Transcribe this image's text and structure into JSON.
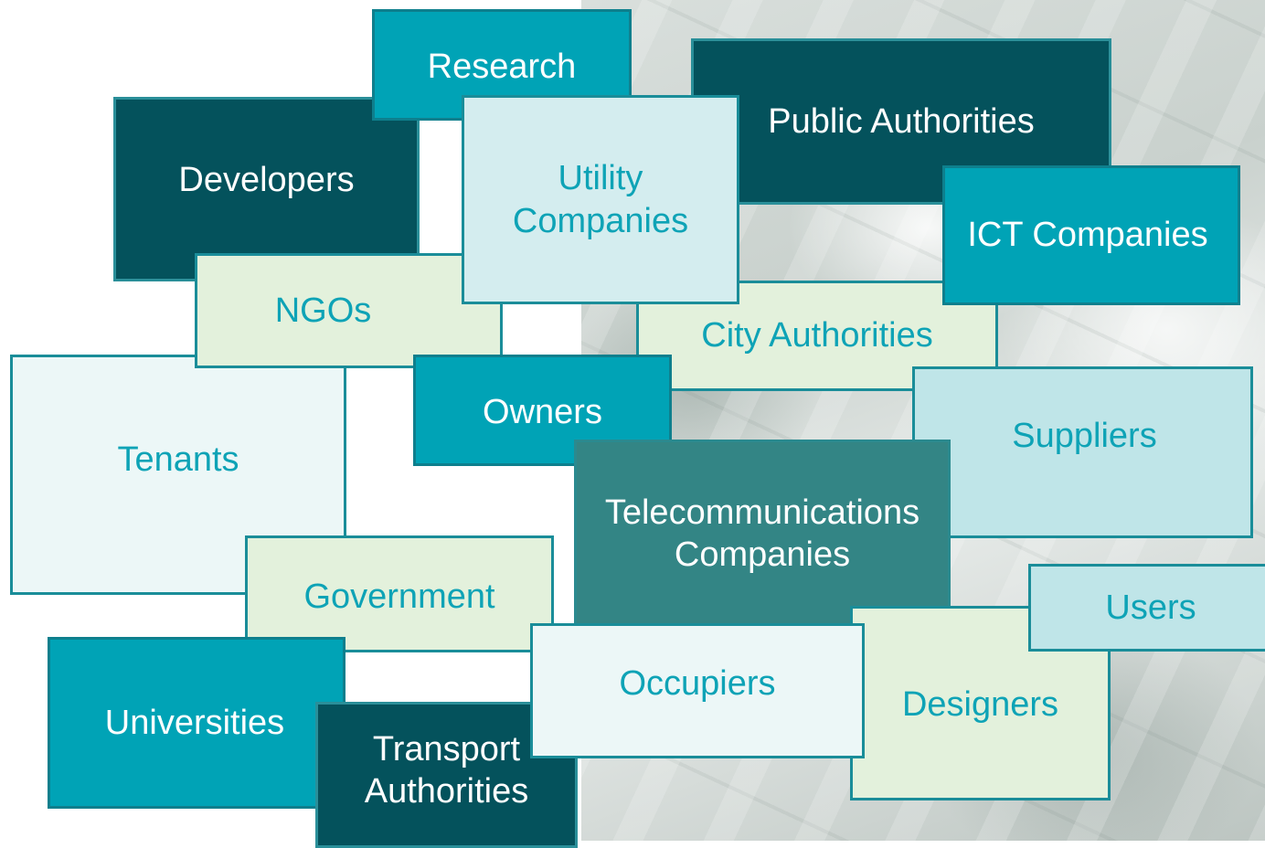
{
  "stakeholders": {
    "research": "Research",
    "developers": "Developers",
    "utility_companies": [
      "Utility",
      "Companies"
    ],
    "public_authorities": "Public Authorities",
    "ict_companies": "ICT Companies",
    "ngos": "NGOs",
    "city_authorities": "City Authorities",
    "tenants": "Tenants",
    "owners": "Owners",
    "suppliers": "Suppliers",
    "telecommunications_companies": [
      "Telecommunications",
      "Companies"
    ],
    "government": "Government",
    "users": "Users",
    "universities": "Universities",
    "occupiers": "Occupiers",
    "designers": "Designers",
    "transport_authorities": [
      "Transport",
      "Authorities"
    ]
  },
  "colors": {
    "dark_teal": "#04525c",
    "cyan": "#00a3b6",
    "mid_teal": "#338585",
    "light_green": "#e3f1dc",
    "light_cyan": "#d4edef",
    "text_cyan": "#0ea3b6"
  }
}
